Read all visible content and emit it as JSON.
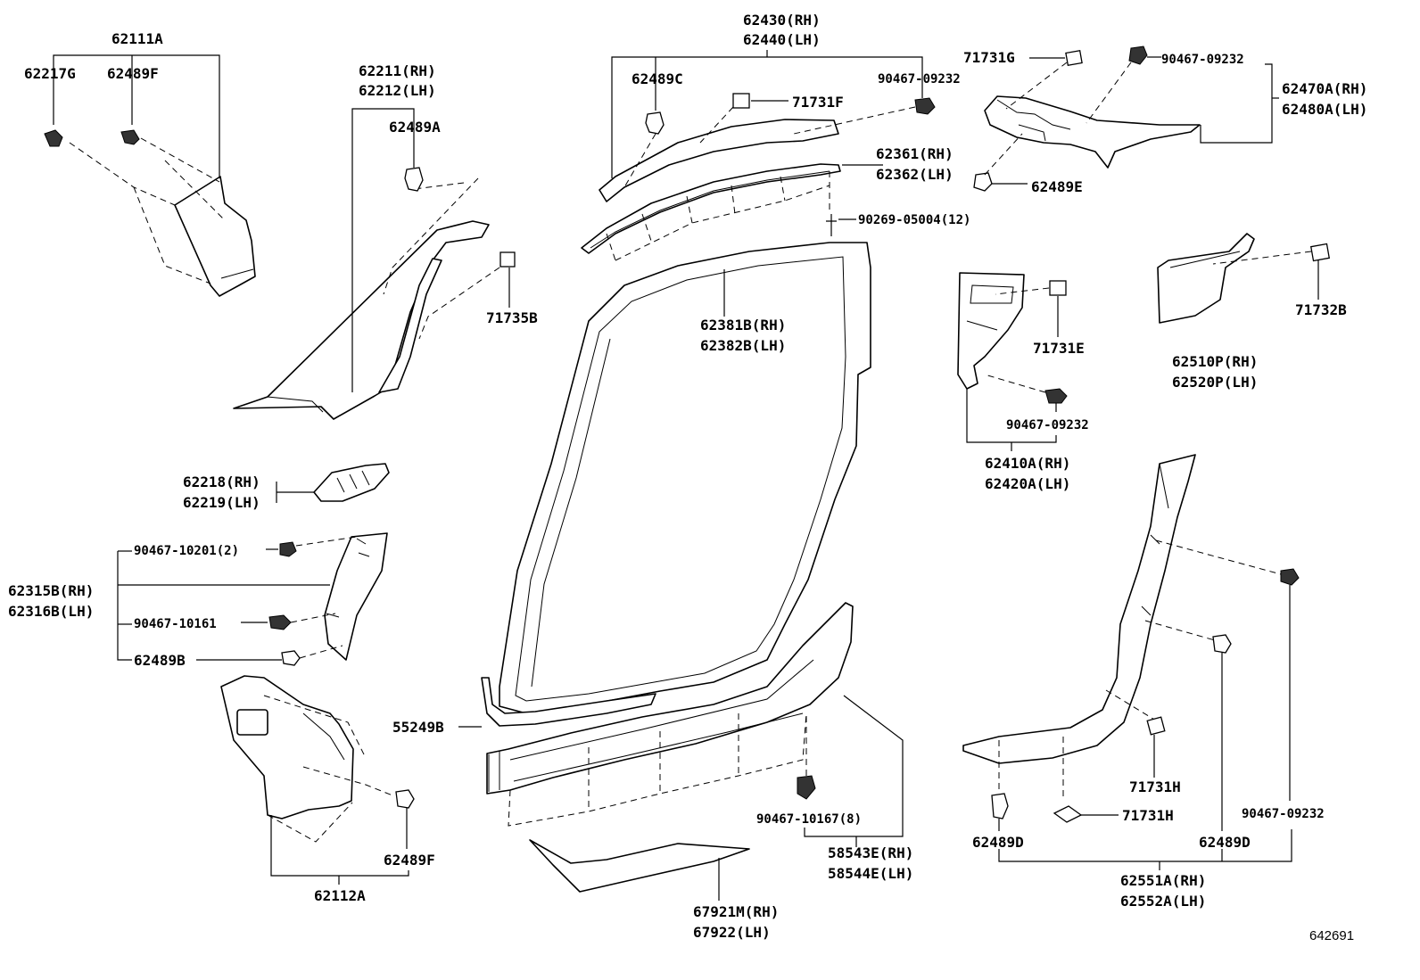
{
  "labels": {
    "p62111A": "62111A",
    "p62217G": "62217G",
    "p62489F_top": "62489F",
    "p62211": "62211(RH)",
    "p62212": "62212(LH)",
    "p62489A": "62489A",
    "p71735B": "71735B",
    "p62430": "62430(RH)",
    "p62440": "62440(LH)",
    "p62489C": "62489C",
    "p71731F": "71731F",
    "p90467_09232_a": "90467-09232",
    "p62361": "62361(RH)",
    "p62362": "62362(LH)",
    "p90269_05004": "90269-05004(12)",
    "p62381B": "62381B(RH)",
    "p62382B": "62382B(LH)",
    "p71731G": "71731G",
    "p90467_09232_b": "90467-09232",
    "p62470A": "62470A(RH)",
    "p62480A": "62480A(LH)",
    "p62489E": "62489E",
    "p71731E": "71731E",
    "p90467_09232_c": "90467-09232",
    "p62410A": "62410A(RH)",
    "p62420A": "62420A(LH)",
    "p71732B": "71732B",
    "p62510P": "62510P(RH)",
    "p62520P": "62520P(LH)",
    "p62218": "62218(RH)",
    "p62219": "62219(LH)",
    "p90467_10201": "90467-10201(2)",
    "p62315B": "62315B(RH)",
    "p62316B": "62316B(LH)",
    "p90467_10161": "90467-10161",
    "p62489B": "62489B",
    "p55249B": "55249B",
    "p62489F_bot": "62489F",
    "p62112A": "62112A",
    "p90467_10167": "90467-10167(8)",
    "p58543E": "58543E(RH)",
    "p58544E": "58544E(LH)",
    "p67921M": "67921M(RH)",
    "p67922": "67922(LH)",
    "p71731H_a": "71731H",
    "p71731H_b": "71731H",
    "p90467_09232_d": "90467-09232",
    "p62489D_a": "62489D",
    "p62489D_b": "62489D",
    "p62551A": "62551A(RH)",
    "p62552A": "62552A(LH)"
  },
  "diagram_code": "642691"
}
